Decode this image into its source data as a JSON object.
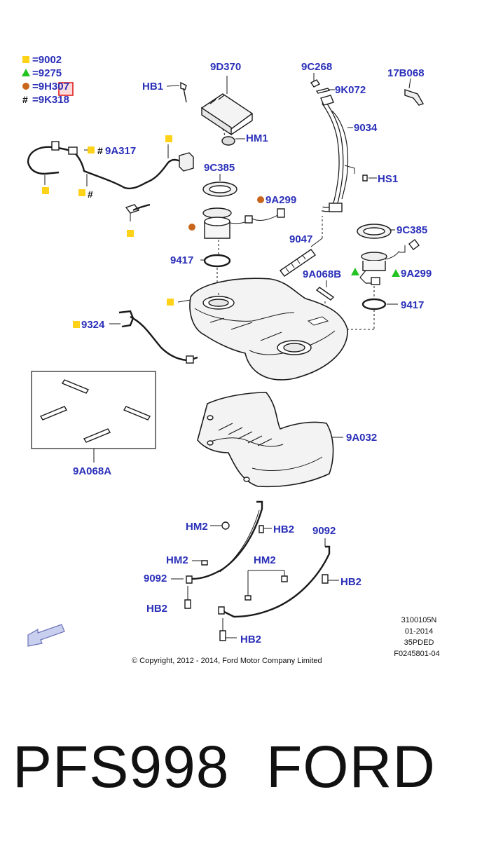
{
  "legend": [
    {
      "symbol": "square",
      "text": "=9002"
    },
    {
      "symbol": "triangle",
      "text": "=9275"
    },
    {
      "symbol": "circle",
      "text": "=9H307"
    },
    {
      "symbol": "hash",
      "text": "=9K318"
    }
  ],
  "symbol_colors": {
    "square": "#ffd21a",
    "triangle": "#22c322",
    "circle": "#c8661c",
    "label": "#2a2fb8"
  },
  "labels": {
    "hb1": "HB1",
    "p9d370": "9D370",
    "p9c268": "9C268",
    "p17b068": "17B068",
    "p9k072": "9K072",
    "p9034": "9034",
    "hm1": "HM1",
    "p9a317": "9A317",
    "p9c385_left": "9C385",
    "hs1": "HS1",
    "p9a299_top": "9A299",
    "p9c385_right": "9C385",
    "p9047": "9047",
    "p9417_left": "9417",
    "p9a068b": "9A068B",
    "p9a299_right": "9A299",
    "p9417_right": "9417",
    "p9324": "9324",
    "p9a032": "9A032",
    "p9a068a": "9A068A",
    "hm2_a": "HM2",
    "hb2_a": "HB2",
    "p9092_right": "9092",
    "hm2_b": "HM2",
    "hm2_c": "HM2",
    "p9092_left": "9092",
    "hb2_b": "HB2",
    "hb2_c": "HB2",
    "hb2_d": "HB2"
  },
  "info": {
    "line1": "3100105N",
    "line2": "01-2014",
    "line3": "35PDED",
    "line4": "F0245801-04"
  },
  "copyright": "© Copyright, 2012 - 2014, Ford Motor Company Limited",
  "footer": {
    "part_number": "PFS998",
    "brand": "FORD"
  }
}
